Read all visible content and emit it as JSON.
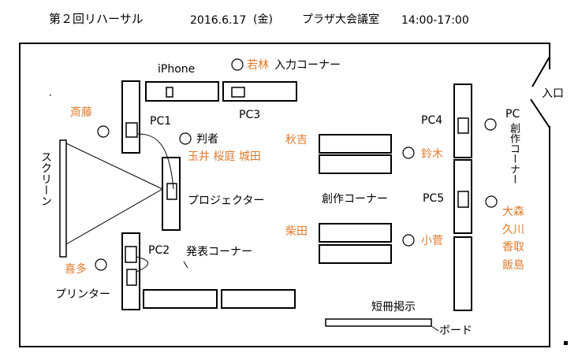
{
  "header": {
    "title": "第２回リハーサル",
    "date": "2016.6.17",
    "weekday": "(金)",
    "venue": "プラザ大会議室",
    "time": "14:00-17:00"
  },
  "labels": {
    "entrance": "入口",
    "iphone": "iPhone",
    "pc1": "PC1",
    "pc2": "PC2",
    "pc3": "PC3",
    "pc4": "PC4",
    "pc5": "PC5",
    "pc_side": "PC",
    "creation_side": "創作コーナー",
    "input_corner": "入力コーナー",
    "judge": "判者",
    "projector": "プロジェクター",
    "screen": "スクリーン",
    "creation_corner": "創作コーナー",
    "presentation_corner": "発表コーナー",
    "printer": "プリンター",
    "short_booklet": "短冊掲示",
    "board": "ボード"
  },
  "people": {
    "wakabayashi": "若林",
    "saito": "斎藤",
    "judges": "玉井 桜庭 城田",
    "akiyoshi": "秋吉",
    "suzuki": "鈴木",
    "shibata": "柴田",
    "kosuge": "小菅",
    "kita": "喜多",
    "omori": "大森",
    "kugawa": "久川",
    "katori": "香取",
    "iijima": "飯島"
  },
  "colors": {
    "person_names": "#e07a2c",
    "lines": "#000000",
    "background": "#ffffff"
  }
}
